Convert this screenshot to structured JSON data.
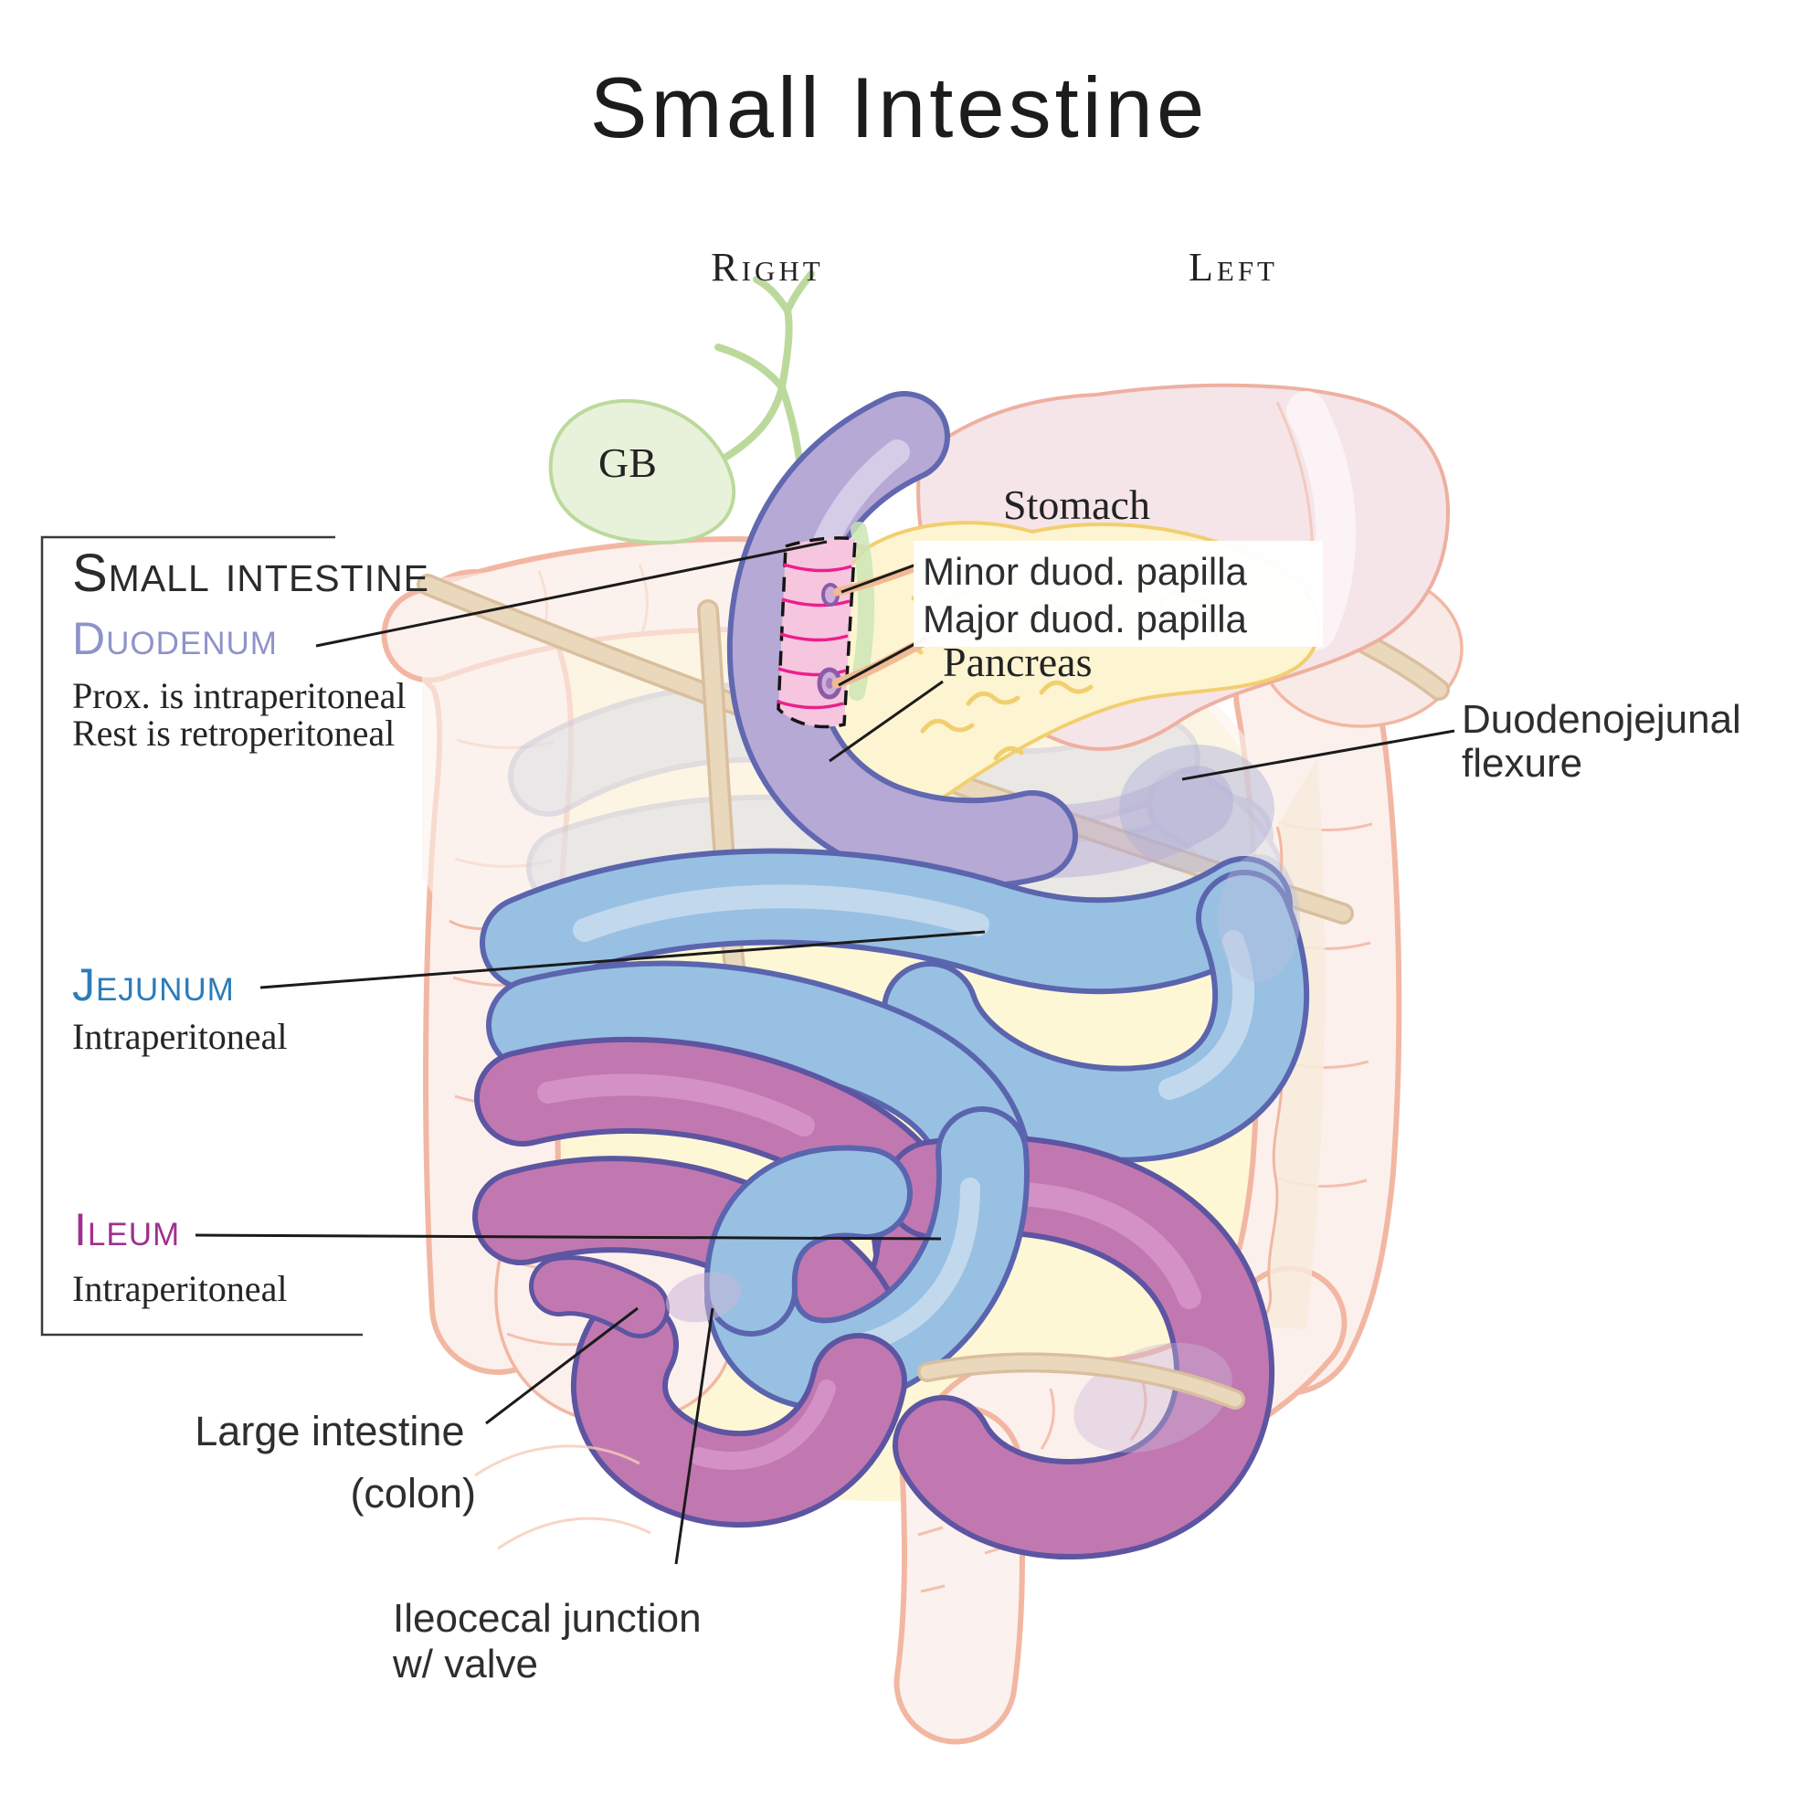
{
  "title": "Small Intestine",
  "orientation": {
    "right": "Right",
    "left": "Left"
  },
  "legend": {
    "heading": "Small intestine",
    "sections": [
      {
        "name": "Duodenum",
        "note1": "Prox. is intraperitoneal",
        "note2": "Rest is retroperitoneal"
      },
      {
        "name": "Jejunum",
        "note1": "Intraperitoneal",
        "note2": ""
      },
      {
        "name": "Ileum",
        "note1": "Intraperitoneal",
        "note2": ""
      }
    ]
  },
  "labels": {
    "gallbladder": "GB",
    "stomach": "Stomach",
    "minor_papilla": "Minor duod. papilla",
    "major_papilla": "Major duod. papilla",
    "pancreas": "Pancreas",
    "flexure_line1": "Duodenojejunal",
    "flexure_line2": "flexure",
    "large_intestine_line1": "Large intestine",
    "large_intestine_line2": "(colon)",
    "ileocecal_line1": "Ileocecal junction",
    "ileocecal_line2": "w/ valve"
  },
  "colors": {
    "duodenum_label": "#8e93c9",
    "jejunum_label": "#2b7cb9",
    "ileum_label": "#a0308f",
    "duodenum_fill": "#b7a9d6",
    "duodenum_outline": "#6168b0",
    "duodenum_highlight": "#d8cfe9",
    "jejunum_fill": "#98c0e3",
    "jejunum_outline": "#5a65ae",
    "jejunum_highlight": "#c9dcef",
    "ileum_fill": "#c178b1",
    "ileum_outline": "#5d55a1",
    "ileum_highlight": "#d795c9",
    "colon_fill": "#fcf0ed",
    "colon_outline": "#f2b7a2",
    "stomach_fill": "#f5e5e8",
    "stomach_outline": "#eeb0a0",
    "pancreas_fill": "#fdf4d2",
    "pancreas_outline": "#f2cf6e",
    "gallbladder_fill": "#e8f2da",
    "gallbladder_outline": "#bcd99c",
    "mesentery_fill": "#fdf7d6",
    "mesentery_band_dark": "#d9bf9e",
    "mesentery_band": "#ead8bd",
    "cutaway_fill": "#f6c6de",
    "plicae": "#ec1e8e",
    "papilla": "#8a5ca8",
    "duct": "#f0ba92",
    "bile_duct": "#cde5b5",
    "leader": "#1b1b1b",
    "text": "#242424"
  }
}
